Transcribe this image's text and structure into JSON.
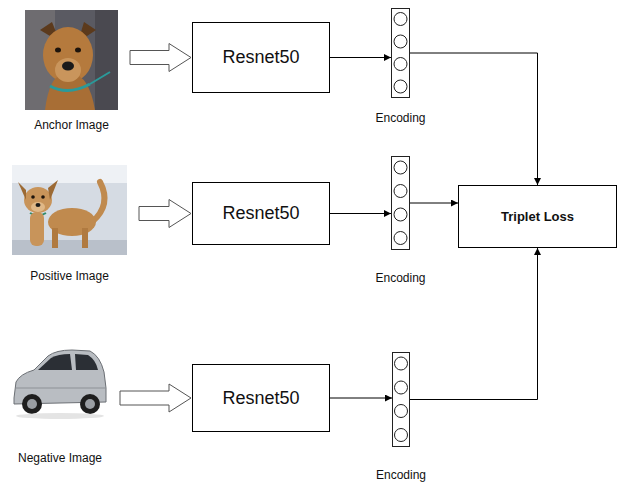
{
  "diagram": {
    "nodes": [
      {
        "text": [
          "Anchor Image"
        ]
      },
      {
        "text": [
          "Resnet50"
        ]
      },
      {
        "text": [
          "Encoding"
        ]
      },
      {
        "text": [
          "Positive Image"
        ]
      },
      {
        "text": [
          "Resnet50"
        ]
      },
      {
        "text": [
          "Encoding"
        ]
      },
      {
        "text": [
          "Negative Image"
        ]
      },
      {
        "text": [
          "Resnet50"
        ]
      },
      {
        "text": [
          "Encoding"
        ]
      },
      {
        "text": [
          "Triplet Loss"
        ]
      }
    ],
    "edges": [
      {
        "from": 0,
        "to": 1,
        "arrow": "to"
      },
      {
        "from": 1,
        "to": 2,
        "arrow": "to"
      },
      {
        "from": 2,
        "to": 9,
        "arrow": "to"
      },
      {
        "from": 3,
        "to": 4,
        "arrow": "to"
      },
      {
        "from": 4,
        "to": 5,
        "arrow": "to"
      },
      {
        "from": 5,
        "to": 9,
        "arrow": "to"
      },
      {
        "from": 6,
        "to": 7,
        "arrow": "to"
      },
      {
        "from": 7,
        "to": 8,
        "arrow": "to"
      },
      {
        "from": 8,
        "to": 9,
        "arrow": "to"
      }
    ]
  }
}
